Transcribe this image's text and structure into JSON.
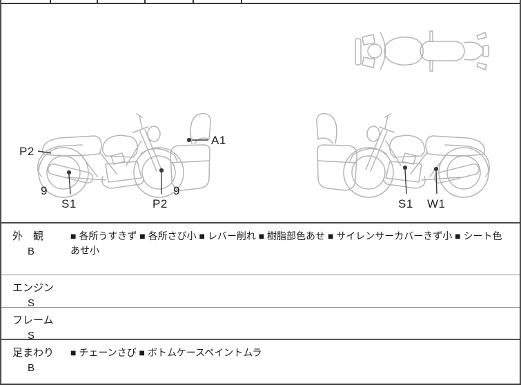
{
  "colors": {
    "sketch_line": "#b5b5b5",
    "leader_line": "#3a3a3a",
    "label_text": "#1f1f1f",
    "table_text": "#1a1a1a",
    "border_dark": "#4a4a4a",
    "divider_light": "#8a8a8a"
  },
  "diagram": {
    "annotations": {
      "left_bike": [
        {
          "id": "p2-rear-fender",
          "text": "P2"
        },
        {
          "id": "nine-rear-wheel",
          "text": "9"
        },
        {
          "id": "s1-muffler",
          "text": "S1"
        },
        {
          "id": "p2-front-fork",
          "text": "P2"
        },
        {
          "id": "nine-front-wheel",
          "text": "9"
        },
        {
          "id": "a1-cowl",
          "text": "A1"
        }
      ],
      "right_bike": [
        {
          "id": "s1-engine",
          "text": "S1"
        },
        {
          "id": "w1-swingarm",
          "text": "W1"
        }
      ]
    }
  },
  "inspection": {
    "rows": [
      {
        "category": "外　観",
        "grade": "B",
        "notes": "■ 各所うすきず ■ 各所さび小 ■ レバー削れ ■ 樹脂部色あせ ■ サイレンサーカバーきず小 ■ シート色あせ小"
      },
      {
        "category": "エンジン",
        "grade": "S",
        "notes": ""
      },
      {
        "category": "フレーム",
        "grade": "S",
        "notes": ""
      },
      {
        "category": "足まわり",
        "grade": "B",
        "notes": "■ チェーンさび ■ ボトムケースペイントムラ"
      }
    ]
  }
}
